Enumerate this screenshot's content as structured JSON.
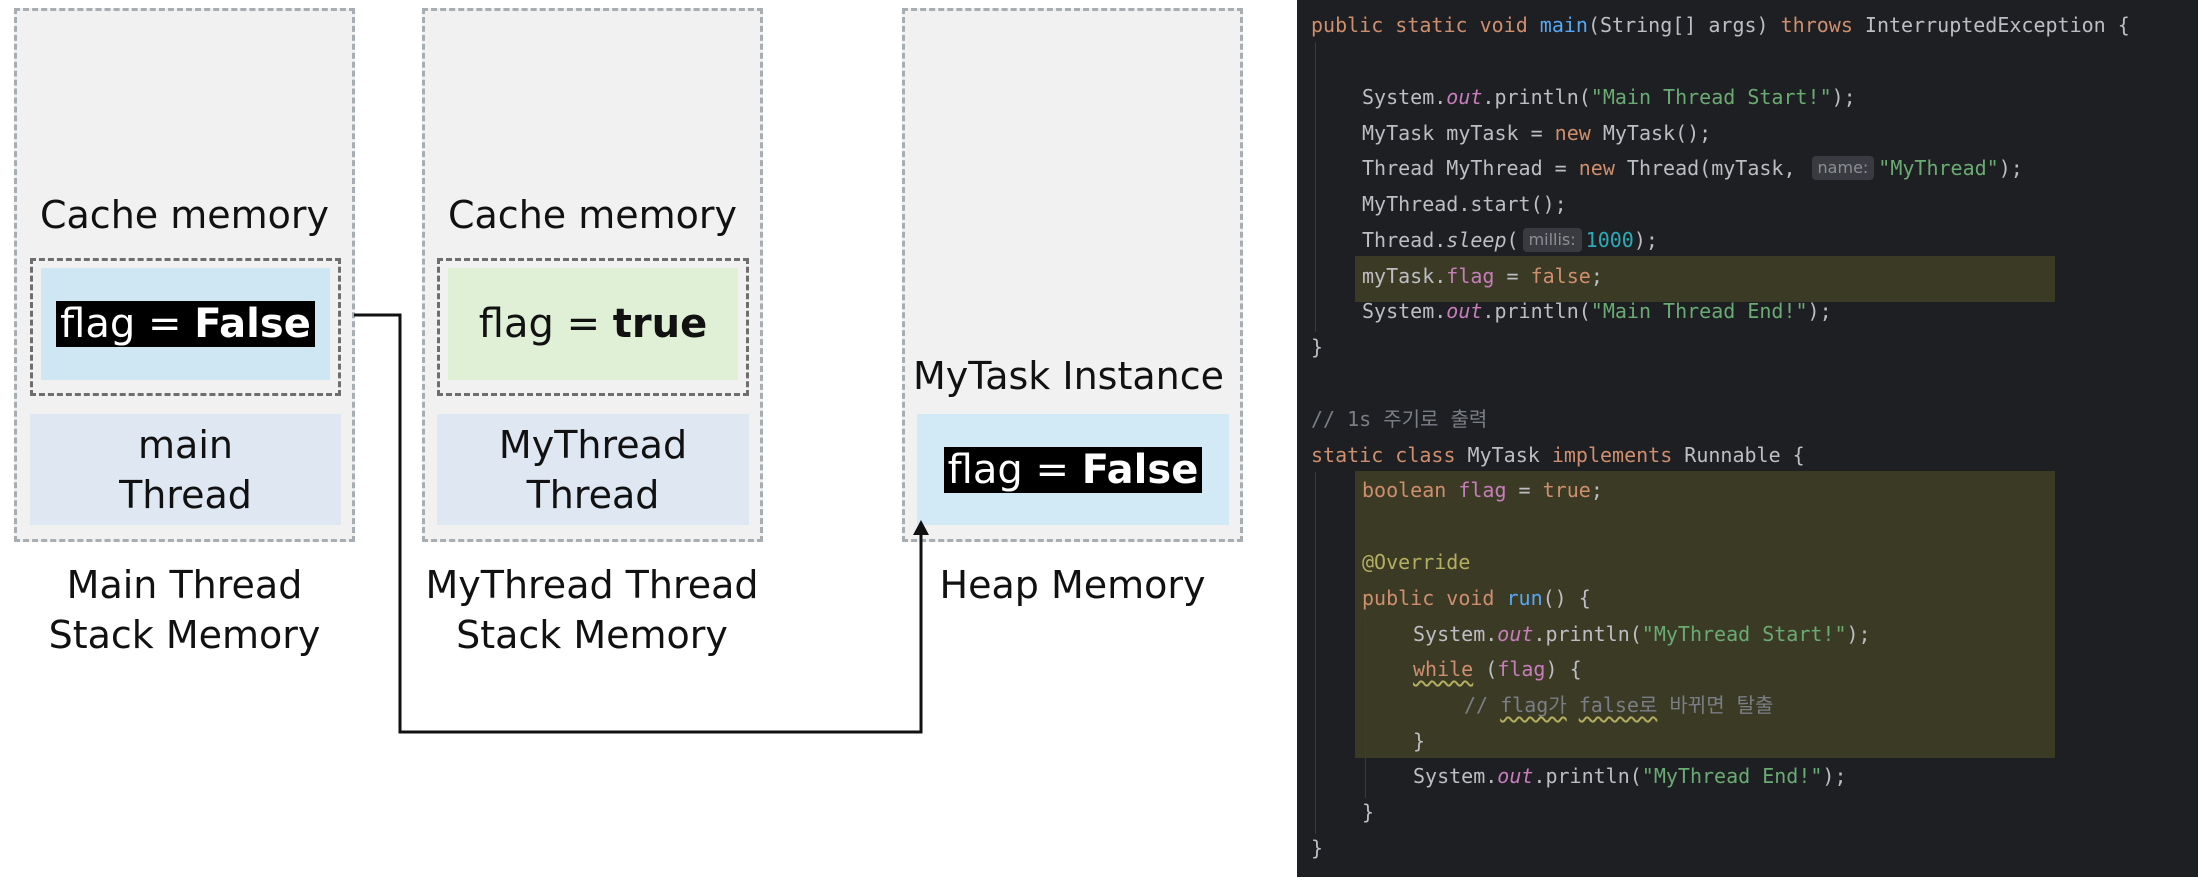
{
  "diagram": {
    "main_stack": {
      "cache_title": "Cache memory",
      "flag_label": "flag = ",
      "flag_value": "False",
      "thread_line1": "main",
      "thread_line2": "Thread",
      "caption_line1": "Main Thread",
      "caption_line2": "Stack Memory"
    },
    "mythread_stack": {
      "cache_title": "Cache memory",
      "flag_label": "flag = ",
      "flag_value": "true",
      "thread_line1": "MyThread",
      "thread_line2": "Thread",
      "caption_line1": "MyThread Thread",
      "caption_line2": "Stack Memory"
    },
    "heap": {
      "instance_title": "MyTask Instance",
      "flag_label": "flag = ",
      "flag_value": "False",
      "caption": "Heap Memory"
    },
    "colors": {
      "main_flag_bg": "#cfe6f3",
      "mythread_flag_bg": "#e0f0d6",
      "heap_flag_bg": "#d1eaf6",
      "thread_bg": "#dfe7f3",
      "column_bg": "#f1f1f1"
    }
  },
  "code": {
    "l1": {
      "a": "public static void ",
      "b": "main",
      "c": "(String[] args) ",
      "d": "throws",
      "e": " InterruptedException {"
    },
    "l3": {
      "a": "System.",
      "b": "out",
      "c": ".println(",
      "d": "\"Main Thread Start!\"",
      "e": ");"
    },
    "l4": {
      "a": "MyTask myTask = ",
      "b": "new",
      "c": " MyTask();"
    },
    "l5": {
      "a": "Thread MyThread = ",
      "b": "new",
      "c": " Thread(myTask, ",
      "hint": "name:",
      "d": "\"MyThread\"",
      "e": ");"
    },
    "l6": {
      "a": "MyThread.start();"
    },
    "l7": {
      "a": "Thread.",
      "b": "sleep",
      "c": "(",
      "hint": "millis:",
      "d": "1000",
      "e": ");"
    },
    "l8": {
      "a": "myTask.",
      "b": "flag",
      "c": " = ",
      "d": "false",
      "e": ";"
    },
    "l9": {
      "a": "System.",
      "b": "out",
      "c": ".println(",
      "d": "\"Main Thread End!\"",
      "e": ");"
    },
    "l10": {
      "a": "}"
    },
    "l12": {
      "a": "// 1s 주기로 출력"
    },
    "l13": {
      "a": "static class",
      "b": " MyTask ",
      "c": "implements",
      "d": " Runnable {"
    },
    "l14": {
      "a": "boolean",
      "b": " flag",
      "c": " = ",
      "d": "true",
      "e": ";"
    },
    "l16": {
      "a": "@Override"
    },
    "l17": {
      "a": "public void ",
      "b": "run",
      "c": "() {"
    },
    "l18": {
      "a": "System.",
      "b": "out",
      "c": ".println(",
      "d": "\"MyThread Start!\"",
      "e": ");"
    },
    "l19": {
      "a": "while",
      "b": " (",
      "c": "flag",
      "d": ") {"
    },
    "l20": {
      "a": "// ",
      "b": "flag가",
      "c": " ",
      "d": "false로",
      "e": " 바뀌면 탈출"
    },
    "l21": {
      "a": "}"
    },
    "l22": {
      "a": "System.",
      "b": "out",
      "c": ".println(",
      "d": "\"MyThread End!\"",
      "e": ");"
    },
    "l23": {
      "a": "}"
    },
    "l24": {
      "a": "}"
    }
  }
}
